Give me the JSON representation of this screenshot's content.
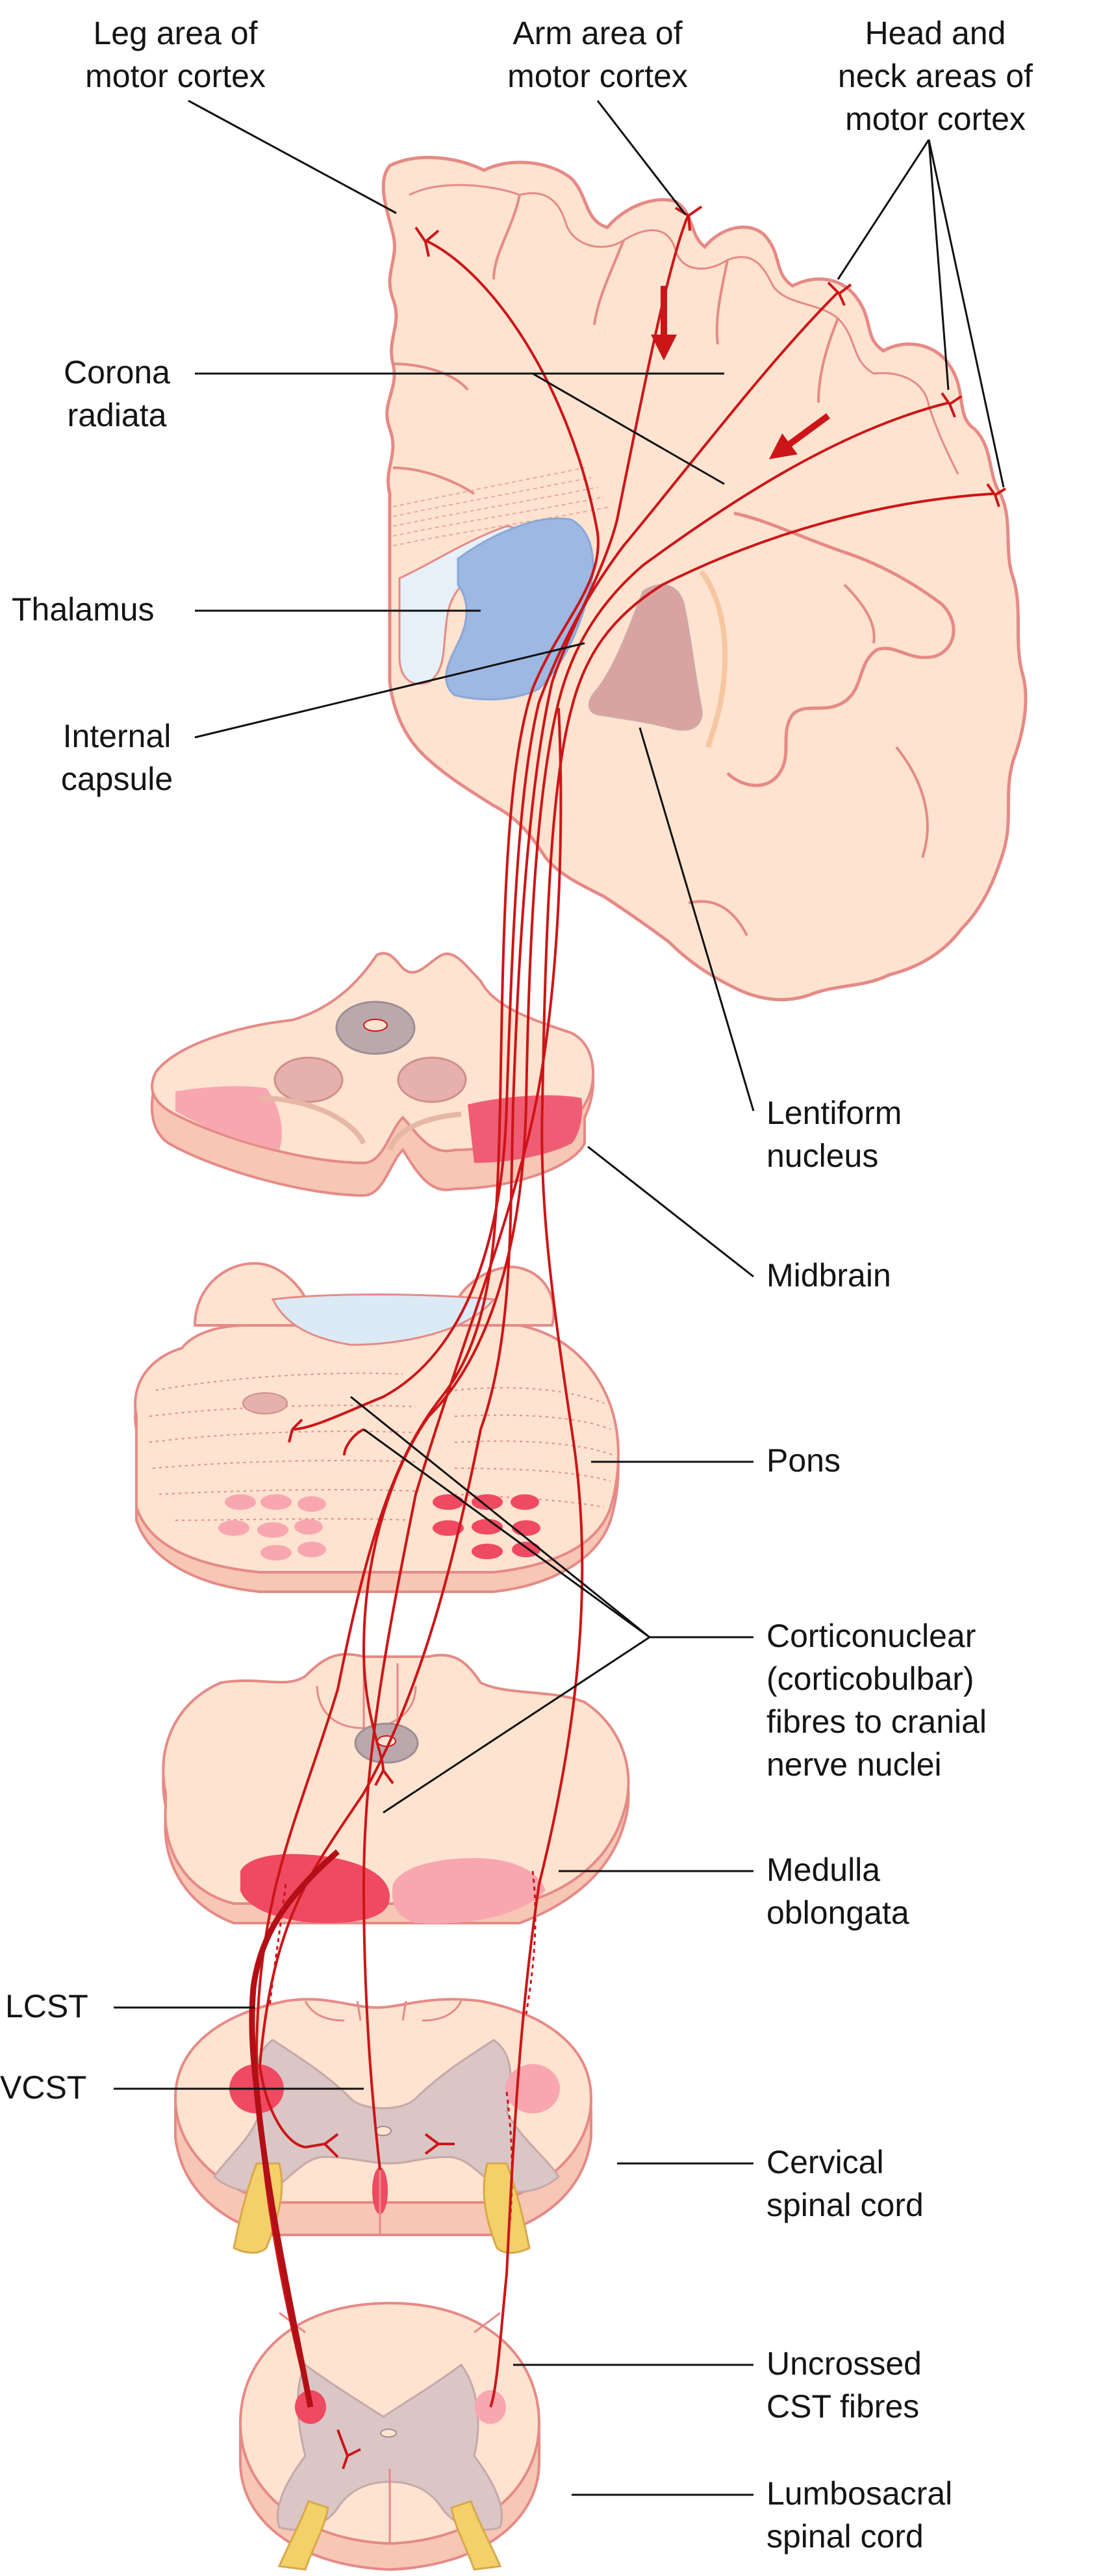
{
  "labels": {
    "leg_area": "Leg area of\nmotor cortex",
    "arm_area": "Arm area of\nmotor cortex",
    "head_neck_areas": "Head and\nneck areas of\nmotor cortex",
    "corona_radiata": "Corona\nradiata",
    "thalamus": "Thalamus",
    "internal_capsule": "Internal\ncapsule",
    "lentiform_nucleus": "Lentiform\nnucleus",
    "midbrain": "Midbrain",
    "pons": "Pons",
    "corticonuclear_fibres": "Corticonuclear\n(corticobulbar)\nfibres to cranial\nnerve nuclei",
    "medulla_oblongata": "Medulla\noblongata",
    "lcst": "LCST",
    "vcst": "VCST",
    "cervical_spinal_cord": "Cervical\nspinal cord",
    "uncrossed_cst": "Uncrossed\nCST fibres",
    "lumbosacral_spinal_cord": "Lumbosacral\nspinal cord"
  },
  "colors": {
    "tissue": "#fde3d0",
    "tissue_edge": "#e58a86",
    "tissue_side": "#f7c6b4",
    "tract": "#cc1518",
    "thalamus": "#9db8e3",
    "lentiform": "#d9a3a0",
    "grey_matter": "#d6c2c2",
    "dorsal_root": "#f3d06a",
    "tract_area": "#f06a7c"
  }
}
